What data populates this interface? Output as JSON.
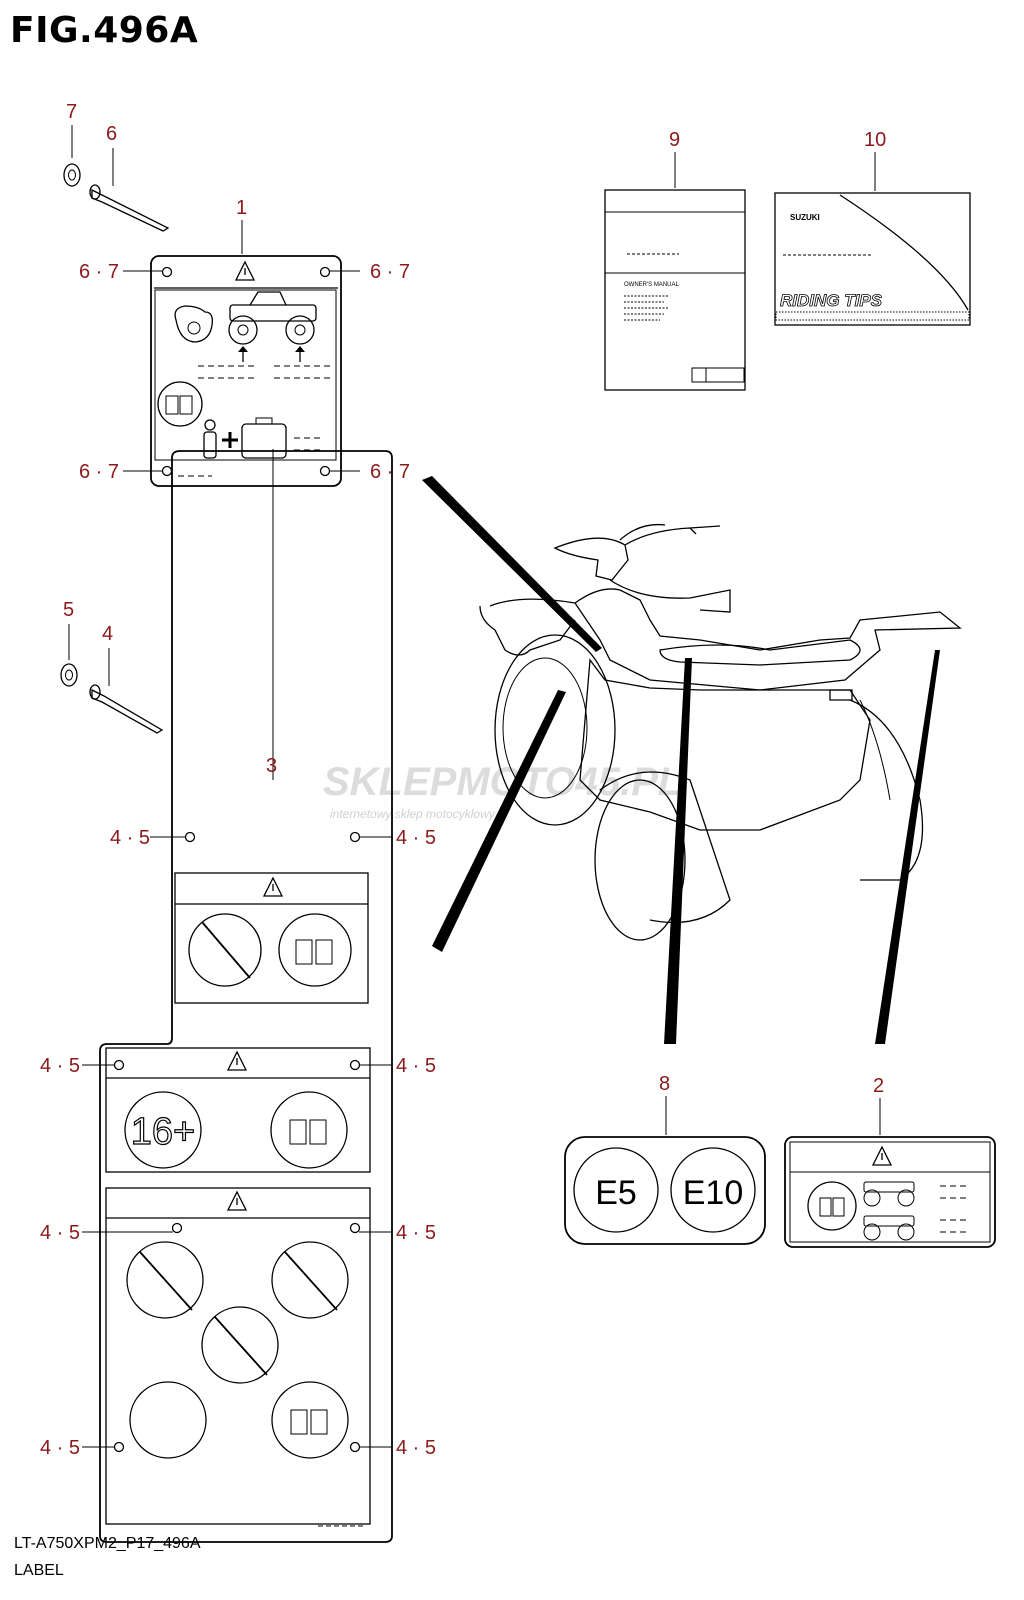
{
  "figure": {
    "title": "FIG.496A",
    "code": "LT-A750XPM2_P17_496A",
    "subtitle": "LABEL"
  },
  "callouts": {
    "c1": "1",
    "c2": "2",
    "c3": "3",
    "c4": "4",
    "c5": "5",
    "c6": "6",
    "c7": "7",
    "c8": "8",
    "c9": "9",
    "c10": "10",
    "fastener_67": "6 · 7",
    "fastener_45": "4 · 5"
  },
  "labels": {
    "age_limit": "16+",
    "fuel_e5": "E5",
    "fuel_e10": "E10",
    "manual_heading": "OWNER'S MANUAL",
    "riding_tips": "RIDING TIPS",
    "brand": "SUZUKI"
  },
  "watermark": {
    "main": "SKLEPMOTO45.PL",
    "tagline": "internetowy sklep motocyklowy"
  },
  "colors": {
    "callout": "#8b1a1a",
    "line": "#000000",
    "watermark": "#d9d9d9",
    "watermark_accent": "#f2b8b8"
  }
}
